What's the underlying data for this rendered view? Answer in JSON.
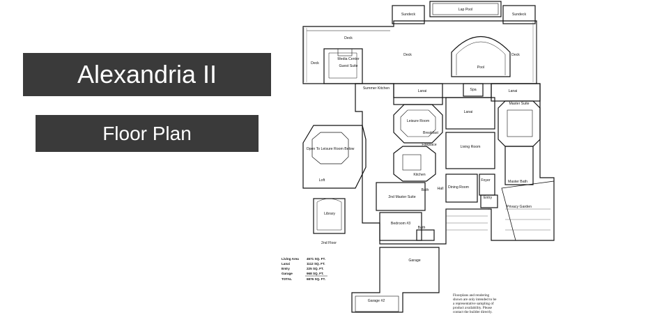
{
  "title": "Alexandria II",
  "subtitle": "Floor Plan",
  "floor_plan": {
    "rooms": {
      "lap_pool": "Lap Pool",
      "sundeck_left": "Sundeck",
      "sundeck_right": "Sundeck",
      "deck_top": "Deck",
      "deck_left": "Deck",
      "deck_mid": "Deck",
      "deck_right": "Deck",
      "media_center": "Media Center",
      "guest_suite": "Guest Suite",
      "summer_kitchen": "Summer Kitchen",
      "pool": "Pool",
      "spa": "Spa",
      "lanai_left": "Lanai",
      "lanai_mid": "Lanai",
      "lanai_right": "Lanai",
      "master_suite": "Master Suite",
      "leisure_room": "Leisure Room",
      "breakfast": "Breakfast",
      "fireplace": "Fireplace",
      "living_room": "Living Room",
      "kitchen": "Kitchen",
      "open_to_leisure": "Open To Leisure Room Below",
      "loft": "Loft",
      "library": "Library",
      "second_floor": "2nd Floor",
      "second_master_suite": "2nd Master Suite",
      "bath_1": "Bath",
      "hall": "Hall",
      "dining_room": "Dining Room",
      "foyer": "Foyer",
      "master_bath": "Master Bath",
      "entry": "Entry",
      "privacy_garden": "Privacy Garden",
      "bedroom_3": "Bedroom #3",
      "bath_2": "Bath",
      "garage": "Garage",
      "garage_2": "Garage #2"
    },
    "areas": [
      {
        "label": "Living Area",
        "value": "4571 SQ. FT."
      },
      {
        "label": "Lanai",
        "value": "1112 SQ. FT."
      },
      {
        "label": "Entry",
        "value": "225 SQ. FT."
      },
      {
        "label": "Garage",
        "value": "968 SQ. FT."
      },
      {
        "label": "TOTAL",
        "value": "6876 SQ. FT."
      }
    ],
    "disclaimer": [
      "Floorplans and rendering",
      "shown are only intended to be",
      "a representative sampling of",
      "product availability. Please",
      "contact the builder directly."
    ]
  }
}
